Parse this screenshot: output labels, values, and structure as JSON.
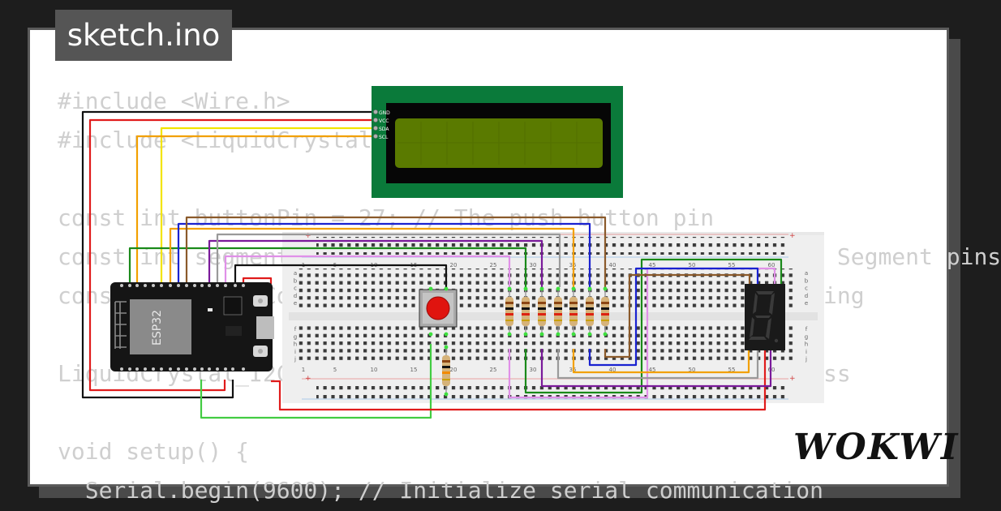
{
  "file_tab": {
    "label": "sketch.ino"
  },
  "code_lines": [
    "#include <Wire.h>",
    "#include <LiquidCrystal_I2C.h>",
    "",
    "const int buttonPin = 27; // The push button pin",
    "const int segmentPins[] = {18, 19, 21, 22, 23, 4, 5}; // Segment pins",
    "const int digitCount = 10; // Number of digits for counting",
    "",
    "LiquidCrystal_I2C lcd(0x27, 16, 2); // Set the LCD address",
    "",
    "void setup() {",
    "  Serial.begin(9600); // Initialize serial communication"
  ],
  "esp32": {
    "label": "ESP32"
  },
  "lcd": {
    "pin_labels": [
      "GND",
      "VCC",
      "SDA",
      "SCL"
    ]
  },
  "breadboard": {
    "column_numbers": [
      "1",
      "5",
      "10",
      "15",
      "20",
      "25",
      "30",
      "35",
      "40",
      "45",
      "50",
      "55",
      "60"
    ],
    "row_letters_top": [
      "a",
      "b",
      "c",
      "d",
      "e"
    ],
    "row_letters_bottom": [
      "f",
      "g",
      "h",
      "i",
      "j"
    ]
  },
  "seven_segment": {
    "digit": "8"
  },
  "brand": {
    "logo": "WOKWI"
  },
  "colors": {
    "lcd_board": "#0a7a3a",
    "lcd_screen": "#5a7a00",
    "esp32_board": "#151515",
    "button_cap": "#e0140f",
    "wire_red": "#e01b1b",
    "wire_black": "#111111",
    "wire_yellow": "#f2e400",
    "wire_orange": "#f2a000",
    "wire_green": "#2aa32a",
    "wire_lime": "#42cc42",
    "wire_brown": "#8b5a2b",
    "wire_blue": "#1a22d0",
    "wire_purple": "#7a1a9a",
    "wire_gray": "#9a9a9a",
    "wire_pink": "#e090e8"
  }
}
